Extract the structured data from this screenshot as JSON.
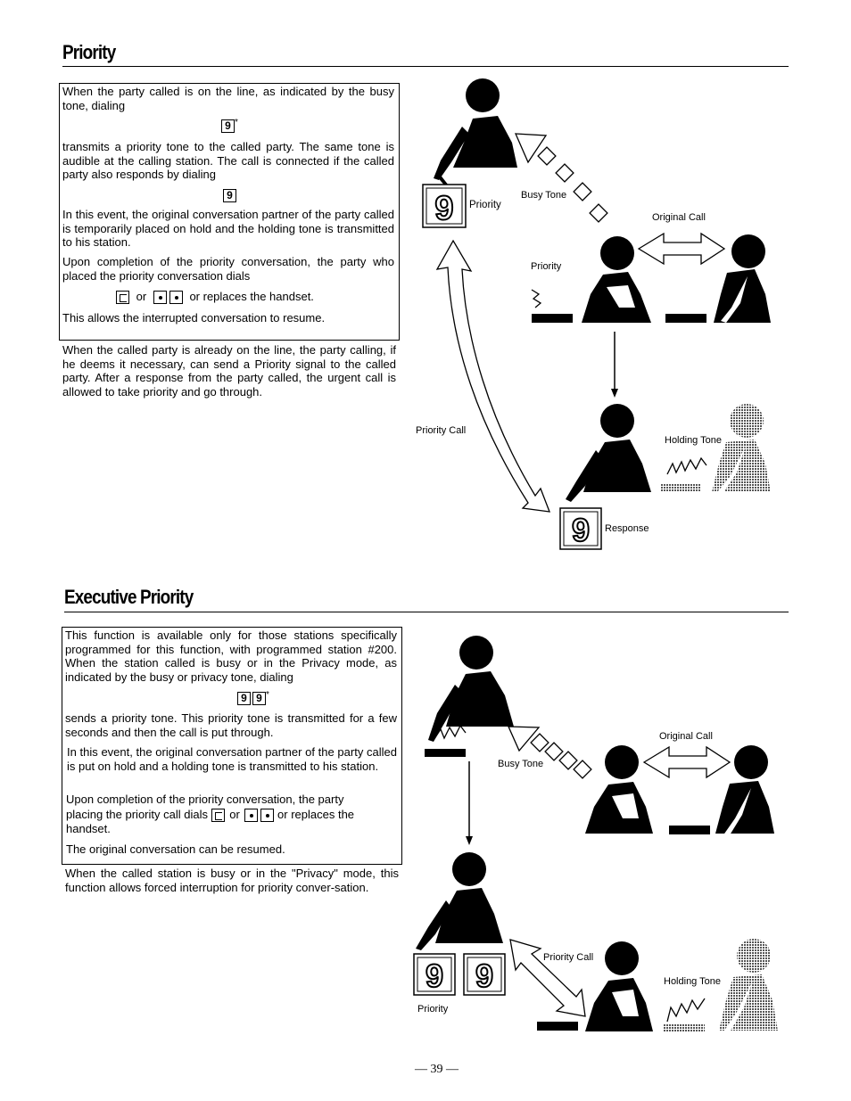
{
  "page_number": "— 39 —",
  "priority": {
    "title": "Priority",
    "para1": "When the party called is on the line, as indicated by the busy tone, dialing",
    "asterisk": "*",
    "para2": "transmits a priority tone to the called party. The same tone is audible at the calling station. The call is connected if the called party also responds by dialing",
    "para3": "In this event, the original conversation partner of the party called is temporarily placed on hold and the holding tone is transmitted to his station.",
    "para4": "Upon completion of the priority conversation, the party who placed the priority conversation dials",
    "or_word": "or",
    "replace_text": "or replaces the handset.",
    "para5": "This allows the interrupted conversation to resume.",
    "summary": "When the called party is already on the line, the party calling, if he deems it necessary, can send a Priority signal to the called party. After a response from the party called, the urgent call is allowed to take priority and go through.",
    "diagram": {
      "priority_label": "Priority",
      "busy_tone": "Busy Tone",
      "original_call": "Original Call",
      "priority_label_2": "Priority",
      "priority_call": "Priority Call",
      "holding_tone": "Holding Tone",
      "response": "Response"
    }
  },
  "executive": {
    "title": "Executive Priority",
    "para1": "This function is available only for those stations specifically programmed for this function, with programmed station #200. When the station called is busy or in the Privacy mode, as indicated by the busy or privacy tone, dialing",
    "asterisk": "*",
    "para2": "sends a priority tone. This priority tone is transmitted for a few seconds and then the call is put through.",
    "para3": "In this event, the original conversation partner of the party called is put on hold and a holding tone is transmitted to his station.",
    "para4a": "Upon completion of the priority conversation, the party",
    "para4b_pre": "placing the priority call dials",
    "or_word": "or",
    "para4b_post": "or replaces the",
    "para4c": "handset.",
    "para5": "The original conversation can be resumed.",
    "summary": "When the called station is busy or in the \"Privacy\" mode, this function allows forced interruption for priority conver-sation.",
    "diagram": {
      "original_call": "Original Call",
      "busy_tone": "Busy Tone",
      "priority_call": "Priority Call",
      "holding_tone": "Holding Tone",
      "priority_label": "Priority"
    }
  }
}
